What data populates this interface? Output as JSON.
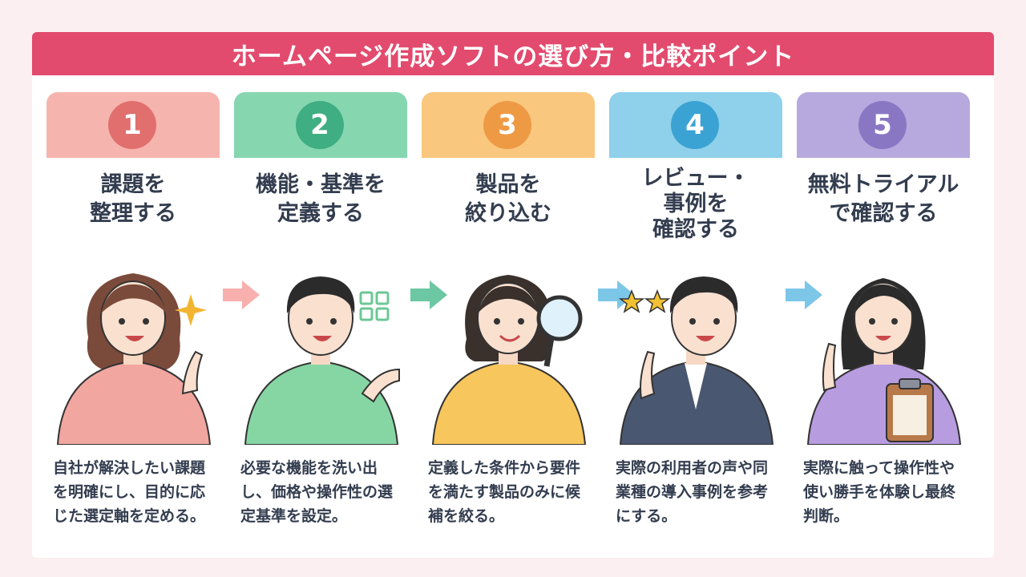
{
  "title": "ホームページ作成ソフトの選び方・比較ポイント",
  "steps": [
    {
      "number": "1",
      "heading": [
        "課題を",
        "整理する"
      ],
      "description": "自社が解決したい課題を明確にし、目的に応じた選定軸を定める。",
      "color_light": "#f6b4ae",
      "color_dark": "#e06f6e",
      "shirt": "#f2a6a0",
      "hair": "#7a4a3a"
    },
    {
      "number": "2",
      "heading": [
        "機能・基準を",
        "定義する"
      ],
      "description": "必要な機能を洗い出し、価格や操作性の選定基準を設定。",
      "color_light": "#86d6b0",
      "color_dark": "#3fae82",
      "shirt": "#86d6a4",
      "hair": "#2b2b2b"
    },
    {
      "number": "3",
      "heading": [
        "製品を",
        "絞り込む"
      ],
      "description": "定義した条件から要件を満たす製品のみに候補を絞る。",
      "color_light": "#fac77e",
      "color_dark": "#ee9a45",
      "shirt": "#f7c65c",
      "hair": "#3a302c"
    },
    {
      "number": "4",
      "heading": [
        "レビュー・",
        "事例を",
        "確認する"
      ],
      "description": "実際の利用者の声や同業種の導入事例を参考にする。",
      "color_light": "#8fd0ea",
      "color_dark": "#3ba3d4",
      "shirt": "#4a5770",
      "hair": "#2b2b2b"
    },
    {
      "number": "5",
      "heading": [
        "無料トライアル",
        "で確認する"
      ],
      "description": "実際に触って操作性や使い勝手を体験し最終判断。",
      "color_light": "#b7a9de",
      "color_dark": "#8a77c4",
      "shirt": "#b89ce0",
      "hair": "#2b2b2b"
    }
  ],
  "icons": {
    "step1": "sparkle-icon",
    "step2": "grid-icon",
    "step3": "magnifier-icon",
    "step4": "stars-icon",
    "step5": "clipboard-icon"
  },
  "arrow_colors": [
    "#f7b0ae",
    "#6cc7a3",
    "#7cc6e7",
    "#7cc6e7"
  ]
}
